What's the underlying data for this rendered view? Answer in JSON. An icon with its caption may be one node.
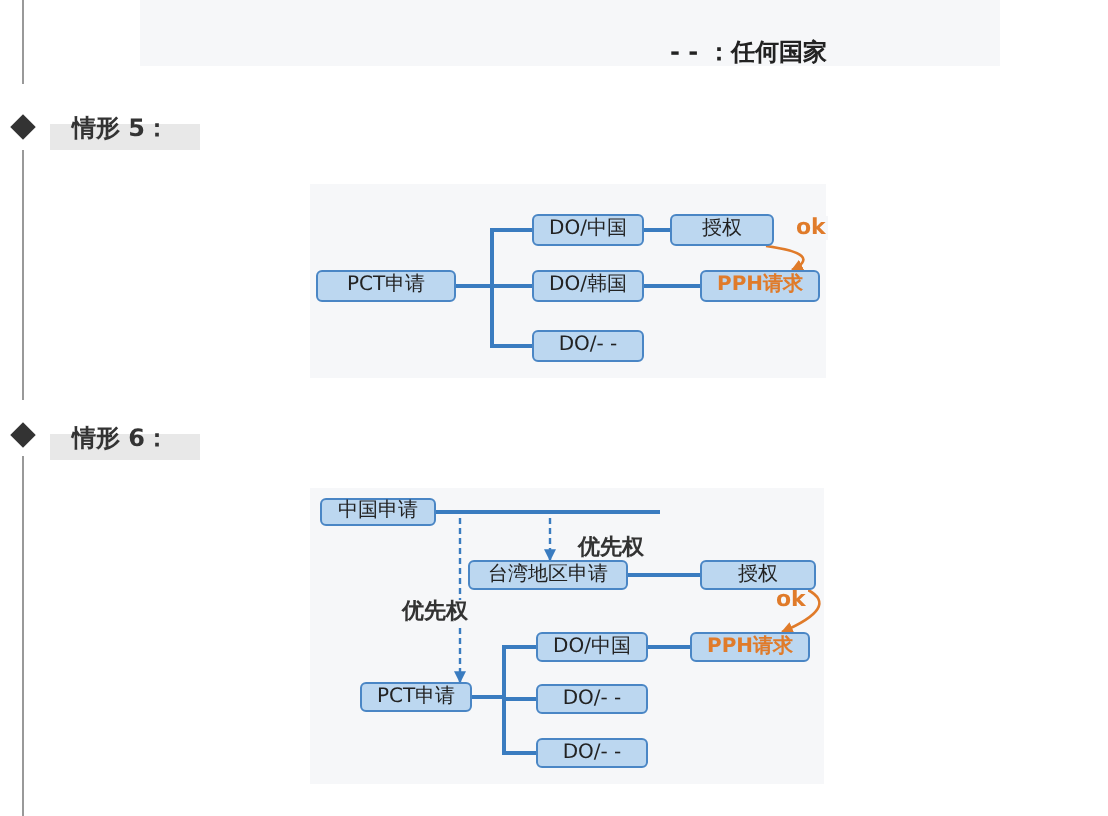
{
  "diagram": {
    "nodes": [
      {
        "text": [
          "PCT申请"
        ]
      },
      {
        "text": [
          "DO/中国"
        ]
      },
      {
        "text": [
          "授权"
        ]
      },
      {
        "text": [
          "DO/韩国"
        ]
      },
      {
        "text": [
          "PPH请求"
        ]
      },
      {
        "text": [
          "DO/- -"
        ]
      },
      {
        "text": [
          "中国申请"
        ]
      },
      {
        "text": [
          "台湾地区申请"
        ]
      },
      {
        "text": [
          "授权"
        ]
      },
      {
        "text": [
          "DO/中国"
        ]
      },
      {
        "text": [
          "PPH请求"
        ]
      },
      {
        "text": [
          "PCT申请"
        ]
      },
      {
        "text": [
          "DO/- -"
        ]
      },
      {
        "text": [
          "DO/- -"
        ]
      }
    ],
    "edges": [
      {
        "from": 0,
        "to": 1,
        "arrow": "none"
      },
      {
        "from": 0,
        "to": 3,
        "arrow": "none"
      },
      {
        "from": 0,
        "to": 5,
        "arrow": "none"
      },
      {
        "from": 1,
        "to": 2,
        "arrow": "none"
      },
      {
        "from": 3,
        "to": 4,
        "arrow": "none"
      },
      {
        "from": 2,
        "to": 4,
        "arrow": "to",
        "label": "ok",
        "color": "#e07b2a"
      },
      {
        "from": 6,
        "to": null,
        "arrow": "none"
      },
      {
        "from": 6,
        "to": 7,
        "arrow": "to",
        "label": "优先权",
        "style": "dashed"
      },
      {
        "from": 6,
        "to": 11,
        "arrow": "to",
        "label": "优先权",
        "style": "dashed"
      },
      {
        "from": 7,
        "to": 8,
        "arrow": "none"
      },
      {
        "from": 8,
        "to": 10,
        "arrow": "to",
        "label": "ok",
        "color": "#e07b2a"
      },
      {
        "from": 11,
        "to": 9,
        "arrow": "none"
      },
      {
        "from": 11,
        "to": 12,
        "arrow": "none"
      },
      {
        "from": 11,
        "to": 13,
        "arrow": "none"
      },
      {
        "from": 9,
        "to": 10,
        "arrow": "none"
      }
    ],
    "labels": [
      "- - ：任何国家",
      "情形 5：",
      "情形 6："
    ]
  }
}
